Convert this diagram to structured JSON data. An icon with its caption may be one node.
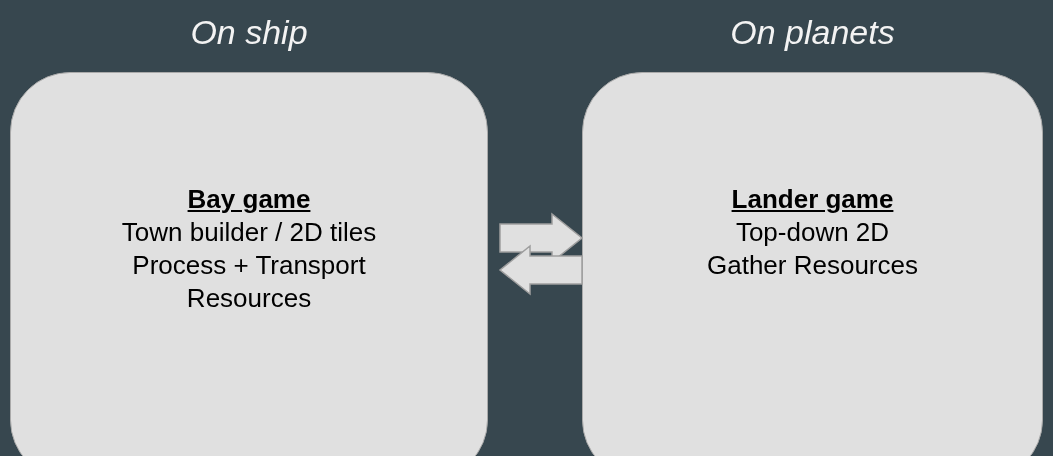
{
  "diagram": {
    "nodes": [
      {
        "text": [
          "On ship",
          "Bay game",
          "Town builder / 2D tiles Process + Transport Resources"
        ]
      },
      {
        "text": [
          "On planets",
          "Lander game",
          "Top-down 2D Gather Resources"
        ]
      }
    ],
    "edges": [
      {
        "from": 0,
        "to": 1,
        "arrow": "to"
      },
      {
        "from": 1,
        "to": 0,
        "arrow": "to"
      }
    ]
  }
}
